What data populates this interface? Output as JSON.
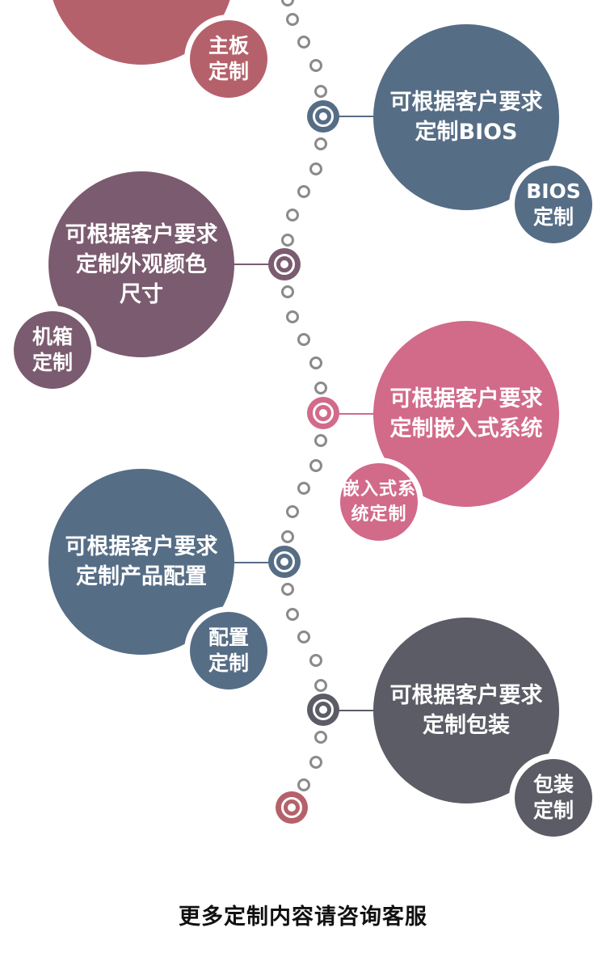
{
  "colors": {
    "mauve": "#b5616b",
    "slate": "#566d86",
    "plum": "#7b5b6f",
    "pink": "#d26a8a",
    "gray": "#5b5c66",
    "dot": "#8a8a8a"
  },
  "items": [
    {
      "big_text": "",
      "small_text": "主板\n定制"
    },
    {
      "big_text": "可根据客户要求\n定制BIOS",
      "small_text": "BIOS\n定制"
    },
    {
      "big_text": "可根据客户要求\n定制外观颜色\n尺寸",
      "small_text": "机箱\n定制"
    },
    {
      "big_text": "可根据客户要求\n定制嵌入式系统",
      "small_text": "嵌入式系\n统定制"
    },
    {
      "big_text": "可根据客户要求\n定制产品配置",
      "small_text": "配置\n定制"
    },
    {
      "big_text": "可根据客户要求\n定制包装",
      "small_text": "包装\n定制"
    }
  ],
  "footer": {
    "text": "更多定制内容请咨询客服"
  }
}
